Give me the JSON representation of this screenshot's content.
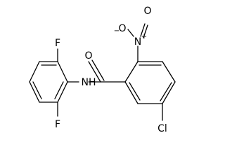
{
  "molecule": {
    "atoms": {
      "O_nitro_minus": "O",
      "N_nitro": "N",
      "O_nitro": "O",
      "O_carbonyl": "O",
      "NH_amide": "NH",
      "F_top": "F",
      "F_bottom": "F",
      "Cl": "Cl"
    },
    "charges": {
      "O_nitro_minus": "−",
      "N_nitro": "+"
    }
  }
}
